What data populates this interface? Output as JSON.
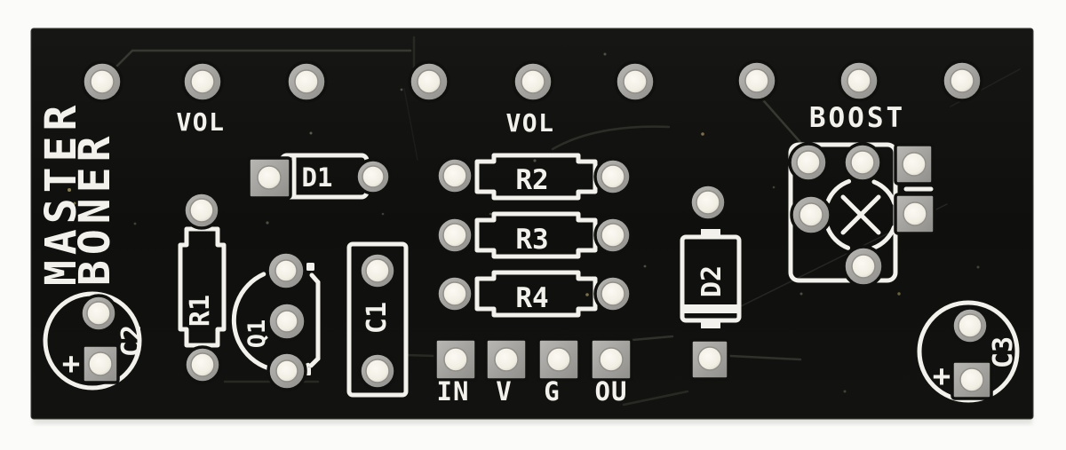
{
  "board": {
    "brand": {
      "line1": "MASTER",
      "line2": "BONER"
    },
    "section_labels": {
      "vol_left": "VOL",
      "vol_center": "VOL",
      "boost": "BOOST"
    },
    "refs": {
      "d1": "D1",
      "r1": "R1",
      "q1": "Q1",
      "c1": "C1",
      "r2": "R2",
      "r3": "R3",
      "r4": "R4",
      "d2": "D2",
      "c2": "C2",
      "c3": "C3"
    },
    "connector": {
      "in": "IN",
      "v": "V",
      "g": "G",
      "ou": "OU"
    },
    "polarity": {
      "c2_plus": "+",
      "c3_plus": "+"
    },
    "colors": {
      "background": "#fbfbf9",
      "board": "#0c0c0a",
      "silkscreen": "#f2f1ec",
      "pad_ring": "#a6a5a0",
      "pad_hole": "#f4f1e9"
    }
  }
}
